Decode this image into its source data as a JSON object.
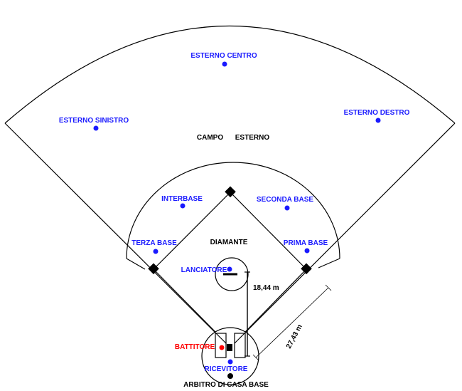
{
  "labels": {
    "center_field": "ESTERNO CENTRO",
    "left_field": "ESTERNO SINISTRO",
    "right_field": "ESTERNO DESTRO",
    "outfield": "CAMPO      ESTERNO",
    "shortstop": "INTERBASE",
    "second_base": "SECONDA BASE",
    "third_base": "TERZA BASE",
    "first_base": "PRIMA BASE",
    "diamond": "DIAMANTE",
    "pitcher": "LANCIATORE",
    "batter": "BATTITORE",
    "catcher": "RICEVITORE",
    "umpire": "ARBITRO DI CASA BASE",
    "pitch_distance": "18,44 m",
    "base_distance": "27,43 m"
  },
  "colors": {
    "player": "#1a1aff",
    "batter": "#ff0000",
    "lines": "#000000"
  }
}
